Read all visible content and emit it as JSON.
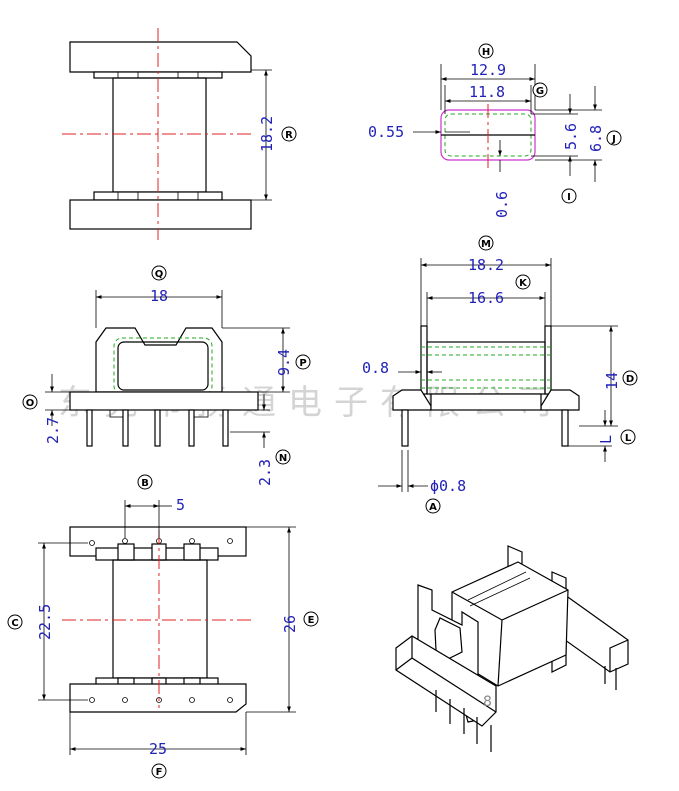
{
  "watermark": "东莞市扬通电子有限公司",
  "part_number": "8",
  "views": {
    "side_top": {
      "dims": {
        "height": "18.2"
      },
      "callouts": {
        "height": "R"
      }
    },
    "window": {
      "dims": {
        "outer_width": "12.9",
        "inner_width": "11.8",
        "wall": "0.55",
        "inner_height": "5.6",
        "outer_height": "6.8",
        "bottom_wall": "0.6"
      },
      "callouts": {
        "outer_width": "H",
        "inner_width": "G",
        "outer_height": "J",
        "bottom_wall": "I"
      }
    },
    "front": {
      "dims": {
        "flange_width": "18",
        "window_height": "9.4",
        "base_height": "2.7",
        "pin_length": "2.3"
      },
      "callouts": {
        "flange_width": "Q",
        "window_height": "P",
        "base": "O",
        "pin_length": "N"
      }
    },
    "side_right": {
      "dims": {
        "overall_width": "18.2",
        "inner_width": "16.6",
        "flange_thickness": "0.8",
        "height": "14",
        "pin_diameter": "ϕ0.8",
        "pin_length": "L"
      },
      "callouts": {
        "overall_width": "M",
        "inner_width": "K",
        "height": "D",
        "pin_length": "L",
        "pin_diameter": "A"
      }
    },
    "bottom": {
      "dims": {
        "pin_pitch": "5",
        "pin_span": "22.5",
        "depth": "26",
        "width": "25"
      },
      "callouts": {
        "pin_pitch": "B",
        "pin_span": "C",
        "depth": "E",
        "width": "F"
      }
    }
  }
}
